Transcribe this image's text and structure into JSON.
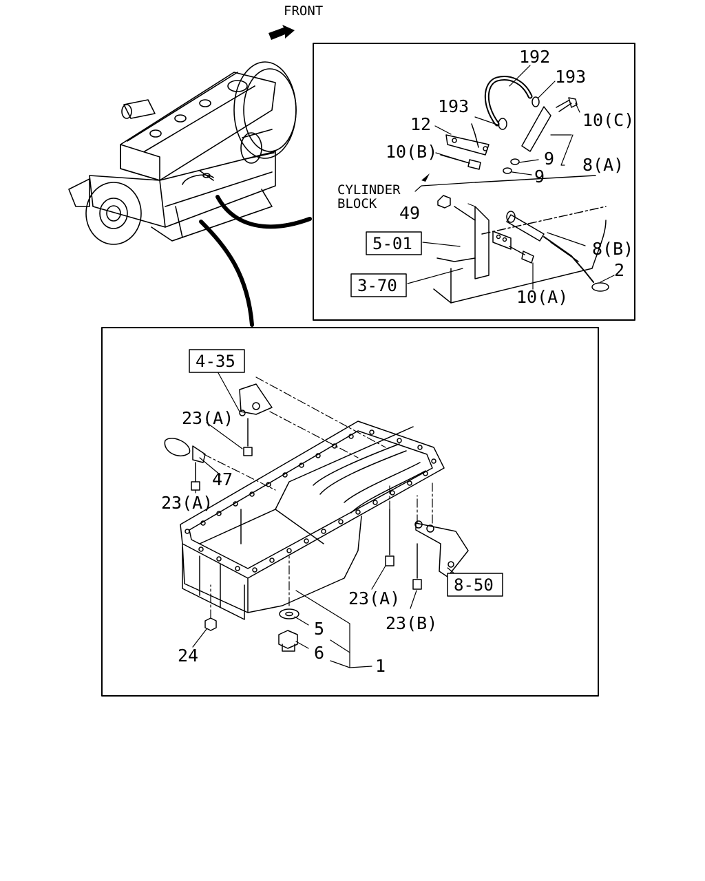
{
  "header": {
    "direction_label": "FRONT"
  },
  "upper_inset": {
    "labels": {
      "p192": "192",
      "p193_right": "193",
      "p193_left": "193",
      "p12": "12",
      "p10c": "10(C)",
      "p10b": "10(B)",
      "p9_upper": "9",
      "p9_lower": "9",
      "p8a": "8(A)",
      "cyl_line1": "CYLINDER",
      "cyl_line2": "BLOCK",
      "p49": "49",
      "p8b": "8(B)",
      "p2": "2",
      "p10a": "10(A)"
    },
    "refs": {
      "r501": "5-01",
      "r370": "3-70"
    }
  },
  "lower_inset": {
    "labels": {
      "p23a_top": "23(A)",
      "p47": "47",
      "p23a_left": "23(A)",
      "p23a_mid": "23(A)",
      "p23b": "23(B)",
      "p5": "5",
      "p6": "6",
      "p1": "1",
      "p24": "24"
    },
    "refs": {
      "r435": "4-35",
      "r850": "8-50"
    }
  },
  "icons": [
    "front-arrow-icon",
    "engine-illustration",
    "oil-pan-illustration",
    "dipstick-illustration"
  ]
}
